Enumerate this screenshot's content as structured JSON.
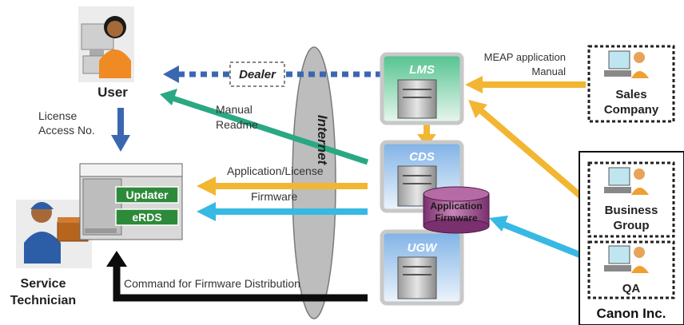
{
  "actors": {
    "user": "User",
    "service_technician_line1": "Service",
    "service_technician_line2": "Technician",
    "sales_line1": "Sales",
    "sales_line2": "Company",
    "business_line1": "Business",
    "business_line2": "Group",
    "qa": "QA",
    "canon": "Canon Inc.",
    "dealer": "Dealer"
  },
  "servers": {
    "lms": "LMS",
    "cds": "CDS",
    "ugw": "UGW"
  },
  "database": {
    "line1": "Application",
    "line2": "Firmware"
  },
  "device": {
    "updater": "Updater",
    "erds": "eRDS"
  },
  "internet": "Internet",
  "labels": {
    "license_line1": "License",
    "license_line2": "Access No.",
    "manual_line1": "Manual",
    "manual_line2": "Readme",
    "meap_line1": "MEAP application",
    "meap_line2": "Manual",
    "app_license": "Application/License",
    "firmware": "Firmware",
    "command": "Command for Firmware Distribution"
  },
  "colors": {
    "yellow": "#f2b632",
    "blue_dark": "#3b67b1",
    "blue_light": "#37b9e3",
    "teal": "#2aa883",
    "green_box": "#2d8a3a",
    "black": "#0c0c0c"
  }
}
